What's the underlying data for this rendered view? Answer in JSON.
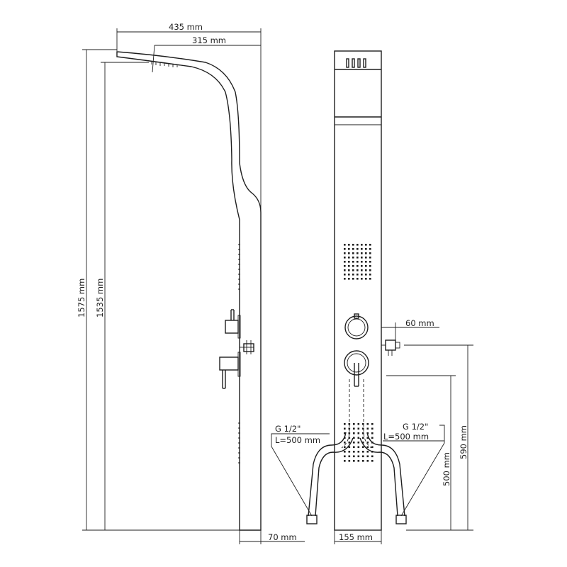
{
  "dimensions": {
    "top_width": "435 mm",
    "head_width": "315 mm",
    "total_height": "1575 mm",
    "head_height": "1535 mm",
    "depth": "70 mm",
    "panel_width": "155 mm",
    "spout_projection": "60 mm",
    "spout_height": "590 mm",
    "connection_height": "500 mm"
  },
  "connections": {
    "left_thread": "G 1/2\"",
    "left_length": "L=500 mm",
    "right_thread": "G 1/2\"",
    "right_length": "L=500 mm"
  }
}
